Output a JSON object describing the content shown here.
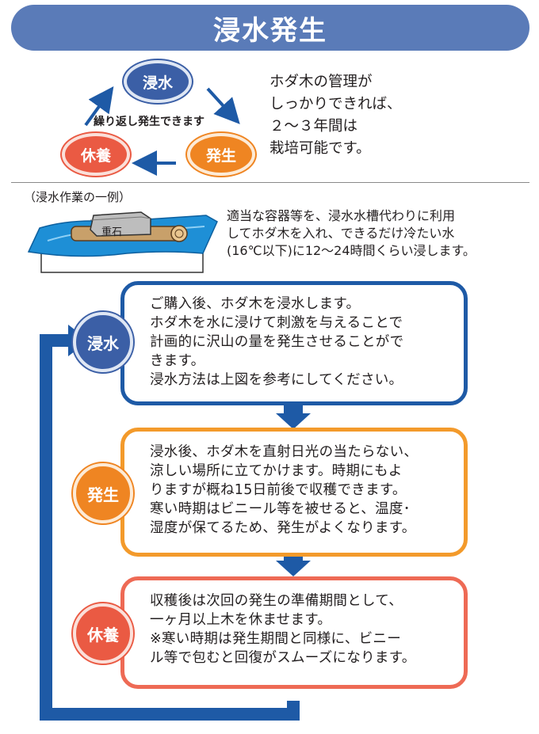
{
  "header": {
    "title": "浸水発生"
  },
  "cycle": {
    "top_label": "浸水",
    "left_label": "休養",
    "right_label": "発生",
    "center_text": "繰り返し発生できます",
    "note": "ホダ木の管理が\nしっかりできれば、\n２～３年間は\n栽培可能です。"
  },
  "example": {
    "caption": "（浸水作業の一例）",
    "stone_label": "重石",
    "text": "適当な容器等を、浸水水槽代わりに利用\nしてホダ木を入れ、できるだけ冷たい水\n(16℃以下)に12～24時間くらい浸します。"
  },
  "steps": [
    {
      "label": "浸水",
      "text": "ご購入後、ホダ木を浸水します。\nホダ木を水に浸けて刺激を与えることで\n計画的に沢山の量を発生させることがで\nきます。\n浸水方法は上図を参考にしてください。"
    },
    {
      "label": "発生",
      "text": "浸水後、ホダ木を直射日光の当たらない、\n涼しい場所に立てかけます。時期にもよ\nりますが概ね15日前後で収穫できます。\n寒い時期はビニール等を被せると、温度･\n湿度が保てるため、発生がよくなります。"
    },
    {
      "label": "休養",
      "text": "収穫後は次回の発生の準備期間として、\n一ヶ月以上木を休ませます。\n※寒い時期は発生期間と同様に、ビニー\nル等で包むと回復がスムーズになります。"
    }
  ],
  "colors": {
    "title_bg": "#5a7bb8",
    "blue": "#1e5aa6",
    "orange": "#f39a2b",
    "red": "#ee6a55",
    "water": "#1e8fd6"
  }
}
